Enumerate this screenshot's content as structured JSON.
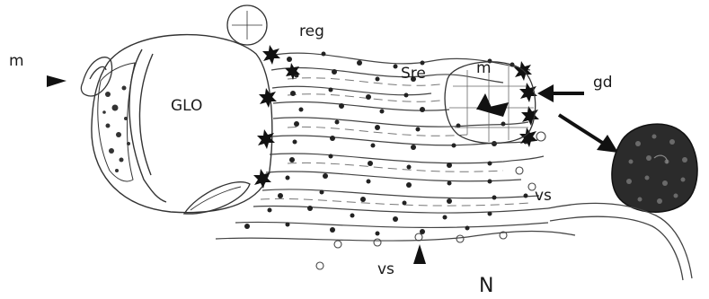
{
  "labels": {
    "m_left": "m",
    "glo": "GLO",
    "reg": "reg",
    "sre": "Sre",
    "m_center": "m",
    "gd": "gd",
    "vs_right": "vs",
    "vs_bottom": "vs",
    "n": "N"
  }
}
